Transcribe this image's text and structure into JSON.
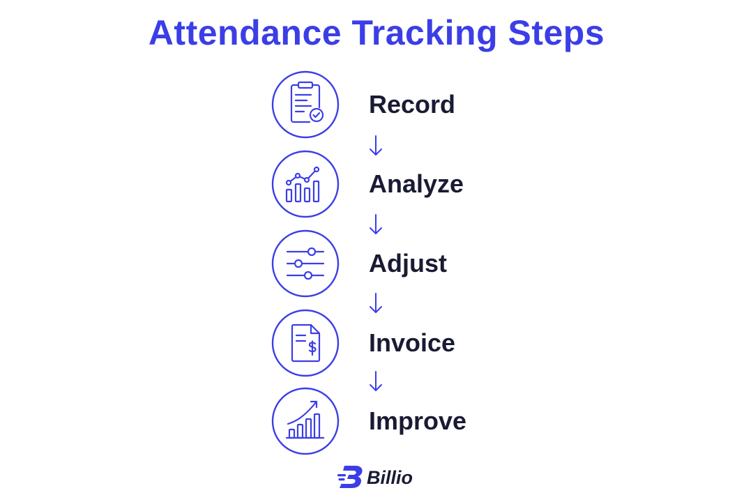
{
  "title": "Attendance Tracking Steps",
  "colors": {
    "accent": "#3b3ee6",
    "text": "#191b33",
    "background": "#ffffff"
  },
  "steps": [
    {
      "label": "Record",
      "icon": "clipboard-check-icon"
    },
    {
      "label": "Analyze",
      "icon": "chart-analytics-icon"
    },
    {
      "label": "Adjust",
      "icon": "sliders-icon"
    },
    {
      "label": "Invoice",
      "icon": "invoice-dollar-icon"
    },
    {
      "label": "Improve",
      "icon": "growth-chart-icon"
    }
  ],
  "arrow_icon": "arrow-down-icon",
  "brand": {
    "name": "Billio",
    "icon": "billio-logo-icon"
  }
}
